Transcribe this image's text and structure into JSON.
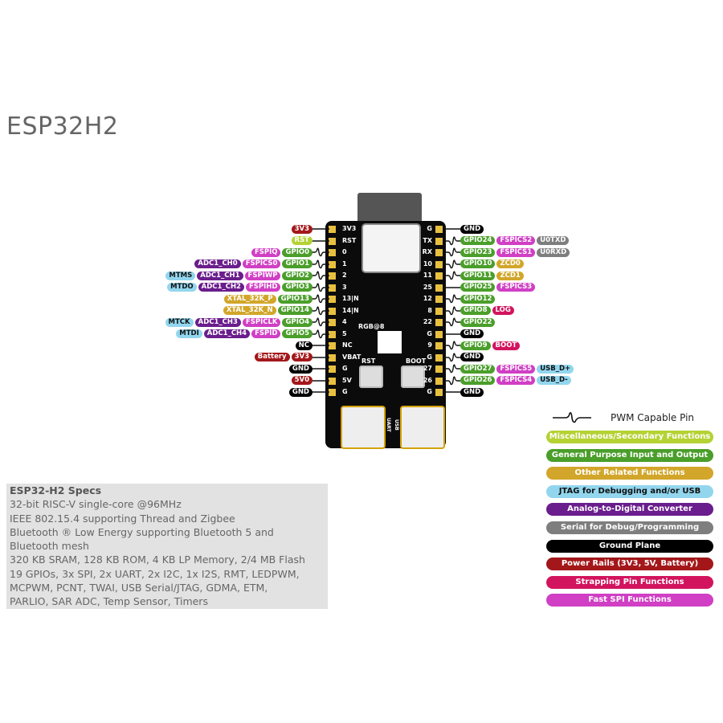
{
  "title": "ESP32H2",
  "colors": {
    "gpio": "#4a9e2a",
    "misc": "#b4d234",
    "other": "#d2a62a",
    "jtag": "#92d6ee",
    "adc": "#6a1d8c",
    "serial": "#7e7e7e",
    "gnd": "#000000",
    "power": "#a3171a",
    "strap": "#d2145e",
    "spi": "#d03fc4"
  },
  "board_labels": {
    "rgb": "RGB@8",
    "rst": "RST",
    "boot": "BOOT",
    "uart": "UART",
    "usb": "USB"
  },
  "left": [
    {
      "pin": "3V3",
      "pwm": false,
      "labels": [
        {
          "t": "3V3",
          "c": "power"
        }
      ]
    },
    {
      "pin": "RST",
      "pwm": false,
      "labels": [
        {
          "t": "RST",
          "c": "misc"
        }
      ]
    },
    {
      "pin": "0",
      "pwm": true,
      "labels": [
        {
          "t": "GPIO0",
          "c": "gpio"
        },
        {
          "t": "FSPIQ",
          "c": "spi"
        }
      ]
    },
    {
      "pin": "1",
      "pwm": true,
      "labels": [
        {
          "t": "GPIO1",
          "c": "gpio"
        },
        {
          "t": "FSPICS0",
          "c": "spi"
        },
        {
          "t": "ADC1_CH0",
          "c": "adc"
        }
      ]
    },
    {
      "pin": "2",
      "pwm": true,
      "labels": [
        {
          "t": "GPIO2",
          "c": "gpio"
        },
        {
          "t": "FSPIWP",
          "c": "spi"
        },
        {
          "t": "ADC1_CH1",
          "c": "adc"
        },
        {
          "t": "MTMS",
          "c": "jtag"
        }
      ]
    },
    {
      "pin": "3",
      "pwm": true,
      "labels": [
        {
          "t": "GPIO3",
          "c": "gpio"
        },
        {
          "t": "FSPIHD",
          "c": "spi"
        },
        {
          "t": "ADC1_CH2",
          "c": "adc"
        },
        {
          "t": "MTDO",
          "c": "jtag"
        }
      ]
    },
    {
      "pin": "13|N",
      "pwm": true,
      "labels": [
        {
          "t": "GPIO13",
          "c": "gpio"
        },
        {
          "t": "XTAL_32K_P",
          "c": "other"
        }
      ]
    },
    {
      "pin": "14|N",
      "pwm": true,
      "labels": [
        {
          "t": "GPIO14",
          "c": "gpio"
        },
        {
          "t": "XTAL_32K_N",
          "c": "other"
        }
      ]
    },
    {
      "pin": "4",
      "pwm": true,
      "labels": [
        {
          "t": "GPIO4",
          "c": "gpio"
        },
        {
          "t": "FSPICLK",
          "c": "spi"
        },
        {
          "t": "ADC1_CH3",
          "c": "adc"
        },
        {
          "t": "MTCK",
          "c": "jtag"
        }
      ]
    },
    {
      "pin": "5",
      "pwm": true,
      "labels": [
        {
          "t": "GPIO5",
          "c": "gpio"
        },
        {
          "t": "FSPID",
          "c": "spi"
        },
        {
          "t": "ADC1_CH4",
          "c": "adc"
        },
        {
          "t": "MTDI",
          "c": "jtag"
        }
      ]
    },
    {
      "pin": "NC",
      "pwm": false,
      "labels": [
        {
          "t": "NC",
          "c": "gnd"
        }
      ]
    },
    {
      "pin": "VBAT",
      "pwm": false,
      "labels": [
        {
          "t": "3V3",
          "c": "power"
        },
        {
          "t": "Battery",
          "c": "power"
        }
      ]
    },
    {
      "pin": "G",
      "pwm": false,
      "labels": [
        {
          "t": "GND",
          "c": "gnd"
        }
      ]
    },
    {
      "pin": "5V",
      "pwm": false,
      "labels": [
        {
          "t": "5V0",
          "c": "power"
        }
      ]
    },
    {
      "pin": "G",
      "pwm": false,
      "labels": [
        {
          "t": "GND",
          "c": "gnd"
        }
      ]
    }
  ],
  "right": [
    {
      "pin": "G",
      "pwm": false,
      "labels": [
        {
          "t": "GND",
          "c": "gnd"
        }
      ]
    },
    {
      "pin": "TX",
      "pwm": true,
      "labels": [
        {
          "t": "GPIO24",
          "c": "gpio"
        },
        {
          "t": "FSPICS2",
          "c": "spi"
        },
        {
          "t": "U0TXD",
          "c": "serial"
        }
      ]
    },
    {
      "pin": "RX",
      "pwm": true,
      "labels": [
        {
          "t": "GPIO23",
          "c": "gpio"
        },
        {
          "t": "FSPICS1",
          "c": "spi"
        },
        {
          "t": "U0RXD",
          "c": "serial"
        }
      ]
    },
    {
      "pin": "10",
      "pwm": true,
      "labels": [
        {
          "t": "GPIO10",
          "c": "gpio"
        },
        {
          "t": "ZCD0",
          "c": "other"
        }
      ]
    },
    {
      "pin": "11",
      "pwm": true,
      "labels": [
        {
          "t": "GPIO11",
          "c": "gpio"
        },
        {
          "t": "ZCD1",
          "c": "other"
        }
      ]
    },
    {
      "pin": "25",
      "pwm": false,
      "labels": [
        {
          "t": "GPIO25",
          "c": "gpio"
        },
        {
          "t": "FSPICS3",
          "c": "spi"
        }
      ]
    },
    {
      "pin": "12",
      "pwm": true,
      "labels": [
        {
          "t": "GPIO12",
          "c": "gpio"
        }
      ]
    },
    {
      "pin": "8",
      "pwm": true,
      "labels": [
        {
          "t": "GPIO8",
          "c": "gpio"
        },
        {
          "t": "LOG",
          "c": "strap"
        }
      ]
    },
    {
      "pin": "22",
      "pwm": true,
      "labels": [
        {
          "t": "GPIO22",
          "c": "gpio"
        }
      ]
    },
    {
      "pin": "G",
      "pwm": false,
      "labels": [
        {
          "t": "GND",
          "c": "gnd"
        }
      ]
    },
    {
      "pin": "9",
      "pwm": true,
      "labels": [
        {
          "t": "GPIO9",
          "c": "gpio"
        },
        {
          "t": "BOOT",
          "c": "strap"
        }
      ]
    },
    {
      "pin": "G",
      "pwm": true,
      "labels": [
        {
          "t": "GND",
          "c": "gnd"
        }
      ]
    },
    {
      "pin": "27",
      "pwm": true,
      "labels": [
        {
          "t": "GPIO27",
          "c": "gpio"
        },
        {
          "t": "FSPICS5",
          "c": "spi"
        },
        {
          "t": "USB_D+",
          "c": "jtag"
        }
      ]
    },
    {
      "pin": "26",
      "pwm": true,
      "labels": [
        {
          "t": "GPIO26",
          "c": "gpio"
        },
        {
          "t": "FSPICS4",
          "c": "spi"
        },
        {
          "t": "USB_D-",
          "c": "jtag"
        }
      ]
    },
    {
      "pin": "G",
      "pwm": false,
      "labels": [
        {
          "t": "GND",
          "c": "gnd"
        }
      ]
    }
  ],
  "legend": {
    "pwm_label": "PWM Capable Pin",
    "items": [
      {
        "t": "Miscellaneous/Secondary Functions",
        "c": "misc"
      },
      {
        "t": "General Purpose Input and Output",
        "c": "gpio"
      },
      {
        "t": "Other Related Functions",
        "c": "other"
      },
      {
        "t": "JTAG for Debugging and/or USB",
        "c": "jtag"
      },
      {
        "t": "Analog-to-Digital Converter",
        "c": "adc"
      },
      {
        "t": "Serial for Debug/Programming",
        "c": "serial"
      },
      {
        "t": "Ground Plane",
        "c": "gnd"
      },
      {
        "t": "Power Rails (3V3, 5V, Battery)",
        "c": "power"
      },
      {
        "t": "Strapping Pin Functions",
        "c": "strap"
      },
      {
        "t": "Fast SPI Functions",
        "c": "spi"
      }
    ]
  },
  "specs": {
    "heading": "ESP32-H2 Specs",
    "lines": [
      "32-bit RISC-V single-core @96MHz",
      "IEEE 802.15.4 supporting Thread and Zigbee",
      "Bluetooth ® Low Energy supporting Bluetooth 5 and",
      "Bluetooth mesh",
      "320 KB SRAM, 128 KB ROM, 4 KB LP Memory, 2/4 MB Flash",
      "19 GPIOs, 3x SPI, 2x UART, 2x I2C, 1x I2S, RMT, LEDPWM,",
      "MCPWM, PCNT, TWAI, USB Serial/JTAG, GDMA, ETM,",
      "PARLIO, SAR ADC, Temp Sensor, Timers"
    ]
  }
}
